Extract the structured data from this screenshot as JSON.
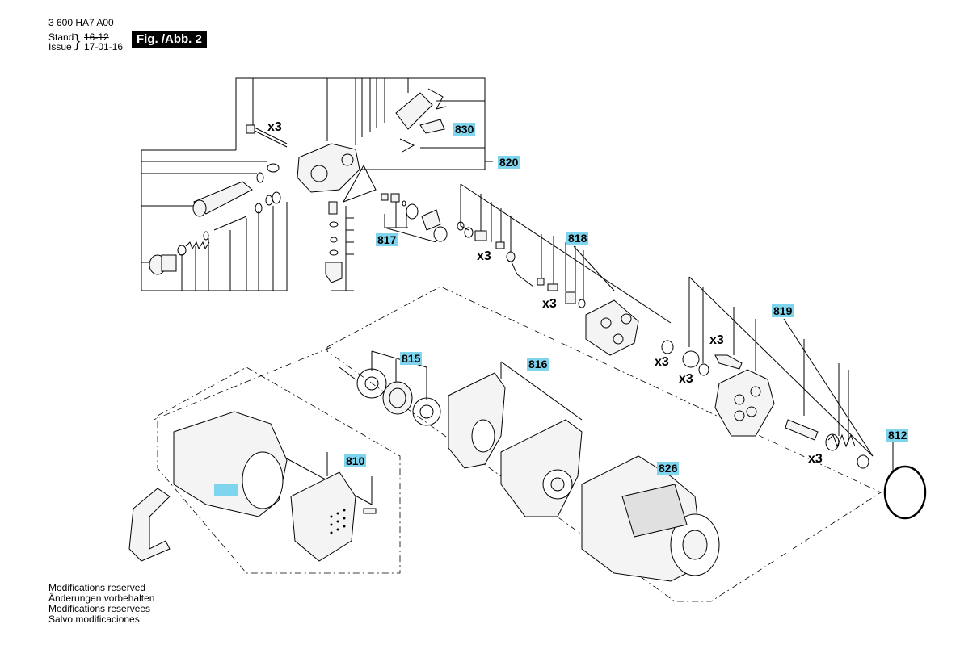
{
  "header": {
    "doc_number": "3 600 HA7 A00",
    "stand_label": "Stand",
    "issue_label": "Issue",
    "stand_value": "16-12",
    "issue_value": "17-01-16",
    "figure_label": "Fig. /Abb. 2"
  },
  "part_tags": {
    "t830": "830",
    "t820": "820",
    "t817": "817",
    "t818": "818",
    "t819": "819",
    "t815": "815",
    "t816": "816",
    "t810": "810",
    "t826": "826",
    "t812": "812"
  },
  "multipliers": {
    "m1": "x3",
    "m2": "x3",
    "m3": "x3",
    "m4": "x3",
    "m5": "x3",
    "m6": "x3",
    "m7": "x3"
  },
  "footer": {
    "line1": "Modifications reserved",
    "line2": "Änderungen vorbehalten",
    "line3": "Modifications reservees",
    "line4": "Salvo modificaciones"
  },
  "colors": {
    "tag_bg": "#7fd4ee",
    "line": "#000000"
  }
}
